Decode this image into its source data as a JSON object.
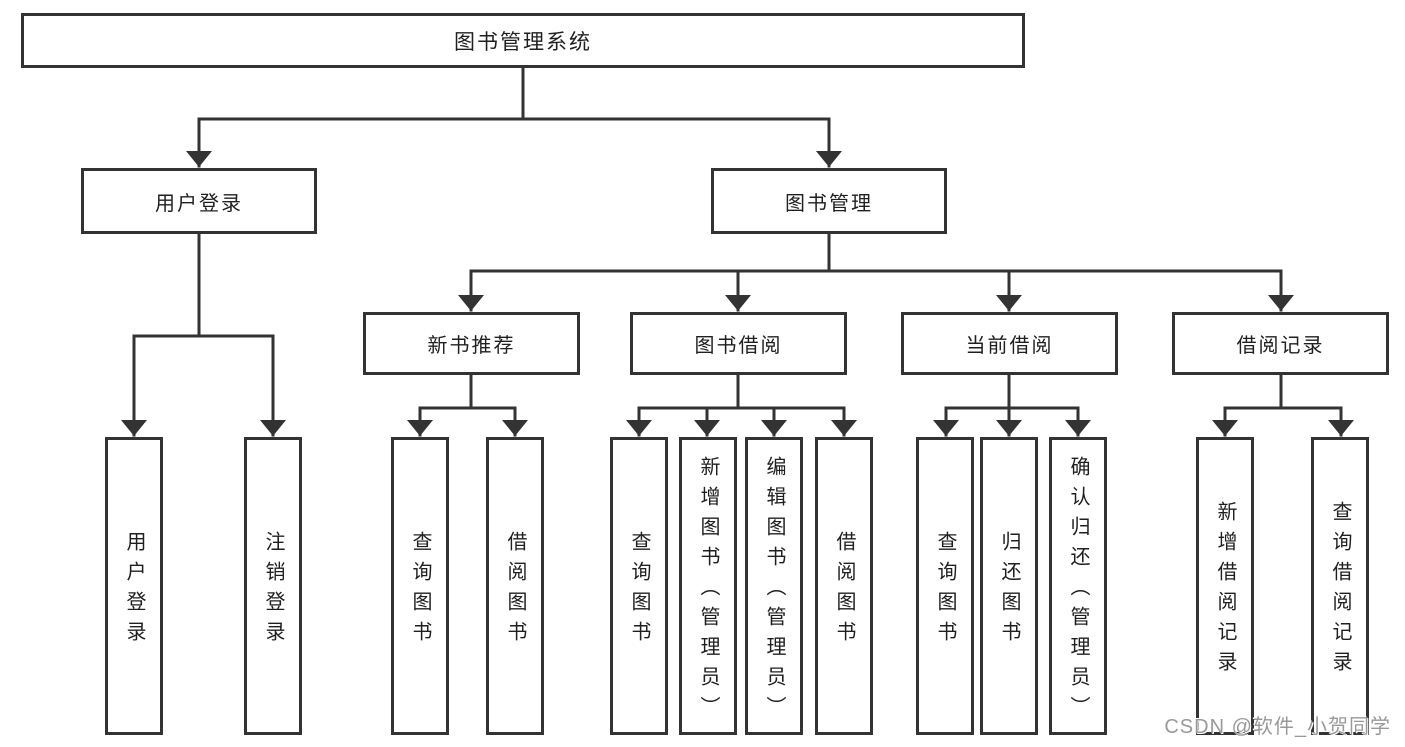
{
  "diagram": {
    "root": {
      "label": "图书管理系统"
    },
    "level2": [
      {
        "label": "用户登录"
      },
      {
        "label": "图书管理"
      }
    ],
    "level3": [
      {
        "label": "新书推荐"
      },
      {
        "label": "图书借阅"
      },
      {
        "label": "当前借阅"
      },
      {
        "label": "借阅记录"
      }
    ],
    "leaves": {
      "user_login": [
        {
          "label": "用户登录"
        },
        {
          "label": "注销登录"
        }
      ],
      "new_book_recommend": [
        {
          "label": "查询图书"
        },
        {
          "label": "借阅图书"
        }
      ],
      "book_borrow": [
        {
          "label": "查询图书"
        },
        {
          "label": "新增图书（管理员）"
        },
        {
          "label": "编辑图书（管理员）"
        },
        {
          "label": "借阅图书"
        }
      ],
      "current_borrow": [
        {
          "label": "查询图书"
        },
        {
          "label": "归还图书"
        },
        {
          "label": "确认归还（管理员）"
        }
      ],
      "borrow_records": [
        {
          "label": "新增借阅记录"
        },
        {
          "label": "查询借阅记录"
        }
      ]
    }
  },
  "watermark": {
    "text": "CSDN @软件_小贺同学"
  },
  "colors": {
    "line": "#333333",
    "text": "#1f1f1f",
    "watermark": "#999999",
    "background": "#ffffff"
  }
}
